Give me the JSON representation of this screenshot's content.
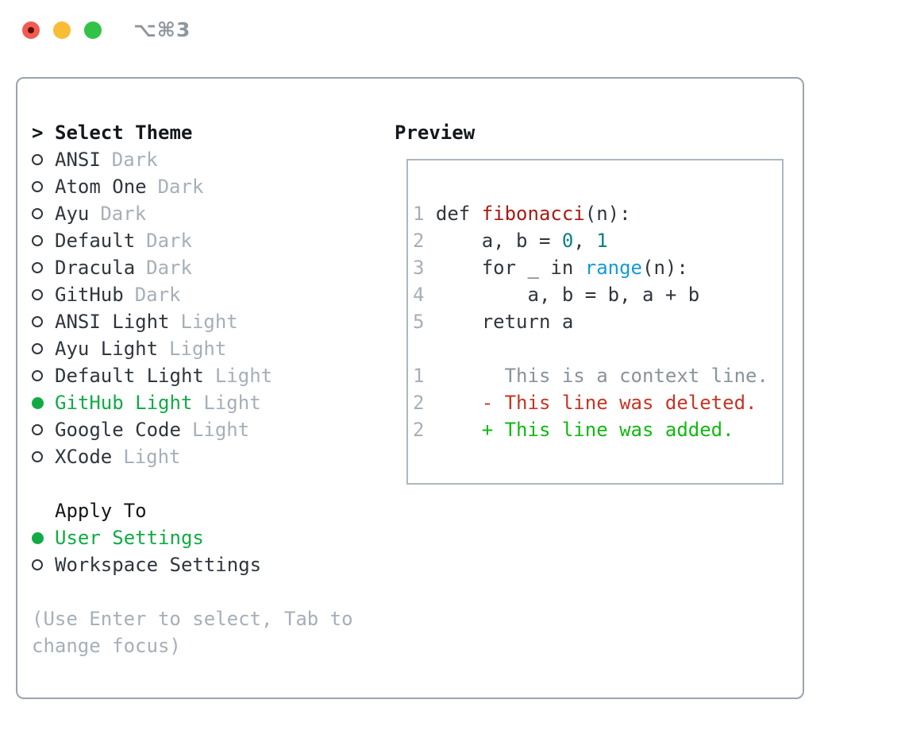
{
  "window": {
    "shortcut_title": "⌥⌘3"
  },
  "colors": {
    "accent_green": "#10ab45",
    "added_green": "#12b812",
    "deleted_red": "#c43524",
    "function_red": "#a61b12",
    "number_teal": "#0b8181",
    "builtin_blue": "#149bd4",
    "text_dark": "#30363d",
    "heading_black": "#14181c",
    "muted_gray": "#a6afb8",
    "context_gray": "#8a929b",
    "panel_border": "#9aa4ae",
    "preview_border": "#aeb7c0",
    "title_gray": "#8f969d",
    "light_red": "#f25b52",
    "light_red_dot": "#5c0f06",
    "light_yellow": "#f9bc35",
    "light_green": "#31c348"
  },
  "theme_picker": {
    "prompt": ">",
    "header": "Select Theme",
    "themes": [
      {
        "label": "ANSI",
        "variant": "Dark",
        "selected": false
      },
      {
        "label": "Atom One",
        "variant": "Dark",
        "selected": false
      },
      {
        "label": "Ayu",
        "variant": "Dark",
        "selected": false
      },
      {
        "label": "Default",
        "variant": "Dark",
        "selected": false
      },
      {
        "label": "Dracula",
        "variant": "Dark",
        "selected": false
      },
      {
        "label": "GitHub",
        "variant": "Dark",
        "selected": false
      },
      {
        "label": "ANSI Light",
        "variant": "Light",
        "selected": false
      },
      {
        "label": "Ayu Light",
        "variant": "Light",
        "selected": false
      },
      {
        "label": "Default Light",
        "variant": "Light",
        "selected": false
      },
      {
        "label": "GitHub Light",
        "variant": "Light",
        "selected": true
      },
      {
        "label": "Google Code",
        "variant": "Light",
        "selected": false
      },
      {
        "label": "XCode",
        "variant": "Light",
        "selected": false
      }
    ],
    "apply_to": {
      "header": "Apply To",
      "options": [
        {
          "label": "User Settings",
          "selected": true
        },
        {
          "label": "Workspace Settings",
          "selected": false
        }
      ]
    },
    "hint": "(Use Enter to select, Tab to change focus)"
  },
  "preview": {
    "header": "Preview",
    "lines": [
      {
        "segments": [
          {
            "t": "1",
            "c": "ln"
          },
          {
            "t": " def ",
            "c": "code"
          },
          {
            "t": "fibonacci",
            "c": "fn"
          },
          {
            "t": "(n):",
            "c": "code"
          }
        ]
      },
      {
        "segments": [
          {
            "t": "2",
            "c": "ln"
          },
          {
            "t": "     a, b = ",
            "c": "code"
          },
          {
            "t": "0",
            "c": "num"
          },
          {
            "t": ", ",
            "c": "code"
          },
          {
            "t": "1",
            "c": "num"
          }
        ]
      },
      {
        "segments": [
          {
            "t": "3",
            "c": "ln"
          },
          {
            "t": "     for _ in ",
            "c": "code"
          },
          {
            "t": "range",
            "c": "bi"
          },
          {
            "t": "(n):",
            "c": "code"
          }
        ]
      },
      {
        "segments": [
          {
            "t": "4",
            "c": "ln"
          },
          {
            "t": "         a, b = b, a + b",
            "c": "code"
          }
        ]
      },
      {
        "segments": [
          {
            "t": "5",
            "c": "ln"
          },
          {
            "t": "     return a",
            "c": "code"
          }
        ]
      },
      {
        "segments": []
      },
      {
        "segments": [
          {
            "t": "1",
            "c": "ln"
          },
          {
            "t": "       This is a context line.",
            "c": "ctx"
          }
        ]
      },
      {
        "segments": [
          {
            "t": "2",
            "c": "ln"
          },
          {
            "t": "     - This line was deleted.",
            "c": "del"
          }
        ]
      },
      {
        "segments": [
          {
            "t": "2",
            "c": "ln"
          },
          {
            "t": "     + This line was added.",
            "c": "add"
          }
        ]
      }
    ]
  }
}
